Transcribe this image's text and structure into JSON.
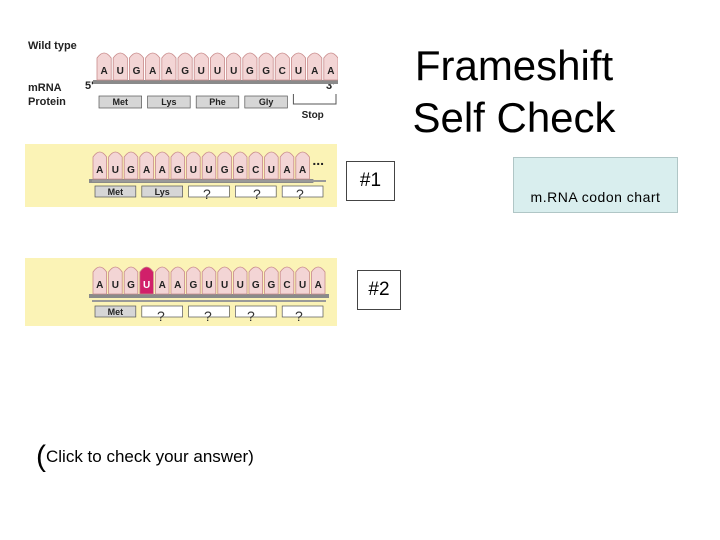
{
  "title": {
    "line1": "Frameshift",
    "line2": "Self Check"
  },
  "wild_type": {
    "heading": "Wild type",
    "mrna_label": "mRNA",
    "protein_label": "Protein",
    "five_prime": "5'",
    "three_prime": "3'",
    "bases": [
      "A",
      "U",
      "G",
      "A",
      "A",
      "G",
      "U",
      "U",
      "U",
      "G",
      "G",
      "C",
      "U",
      "A",
      "A"
    ],
    "proteins": [
      "Met",
      "Lys",
      "Phe",
      "Gly"
    ],
    "stop_label": "Stop"
  },
  "mutation1": {
    "bases": [
      "A",
      "U",
      "G",
      "A",
      "A",
      "G",
      "U",
      "U",
      "G",
      "G",
      "C",
      "U",
      "A",
      "A"
    ],
    "trailing": "...",
    "proteins": [
      "Met",
      "Lys"
    ],
    "unknowns": [
      "?",
      "?",
      "?"
    ]
  },
  "mutation2": {
    "bases": [
      "A",
      "U",
      "G",
      "U",
      "A",
      "A",
      "G",
      "U",
      "U",
      "U",
      "G",
      "G",
      "C",
      "U",
      "A"
    ],
    "inserted_index": 3,
    "proteins": [
      "Met"
    ],
    "unknowns": [
      "?",
      "?",
      "?",
      "?"
    ]
  },
  "boxes": {
    "one": "#1",
    "two": "#2"
  },
  "codon_chart": {
    "label": "m.RNA  codon  chart"
  },
  "check_answer": {
    "paren": "(",
    "text": "Click to check your answer)"
  },
  "colors": {
    "panel": "#fbf3b6",
    "tooth": "#f3d5d5",
    "tooth_border": "#c98c8c",
    "protein_bar": "#d6d6d6",
    "inserted": "#d1206a",
    "chart_bg": "#d9eeee"
  }
}
